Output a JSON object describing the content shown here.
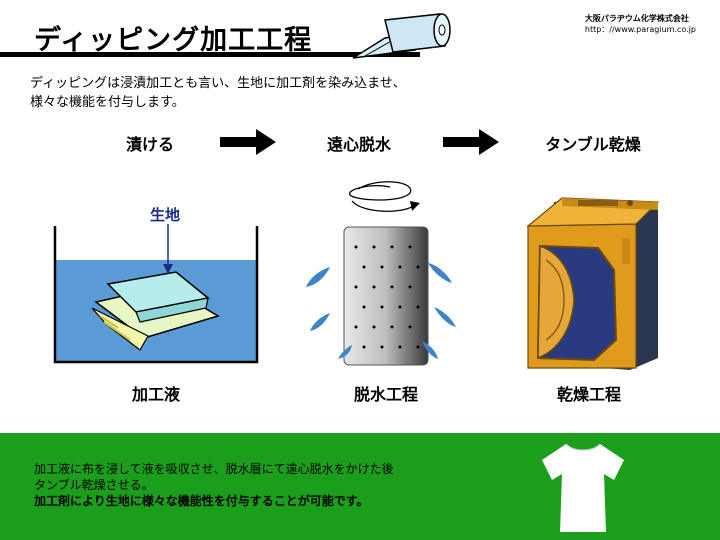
{
  "header": {
    "title": "ディッピング加工工程",
    "company_name": "大阪パラヂウム化学株式会社",
    "company_url": "http：//www.paragium.co.jp"
  },
  "intro": {
    "line1": "ディッピングは浸漬加工とも言い、生地に加工剤を染み込ませ、",
    "line2": "様々な機能を付与します。"
  },
  "steps": [
    {
      "label": "漬ける",
      "caption": "加工液"
    },
    {
      "label": "遠心脱水",
      "caption": "脱水工程"
    },
    {
      "label": "タンブル乾燥",
      "caption": "乾燥工程"
    }
  ],
  "fabric_label": "生地",
  "footer": {
    "line1": "加工液に布を浸して液を吸収させ、脱水層にて遠心脱水をかけた後",
    "line2": "タンブル乾燥させる。",
    "line3": "加工剤により生地に様々な機能性を付与することが可能です。"
  },
  "colors": {
    "footer_bg": "#1b9e1b",
    "liquid": "#5b9bd5",
    "fabric_label": "#1a2b8c",
    "dryer": "#e09a1c",
    "water_drop": "#3d85c6"
  },
  "icons": [
    "cloth-roll-icon",
    "arrow-right-icon",
    "tank-icon",
    "spin-drum-icon",
    "dryer-icon",
    "tshirt-icon"
  ]
}
